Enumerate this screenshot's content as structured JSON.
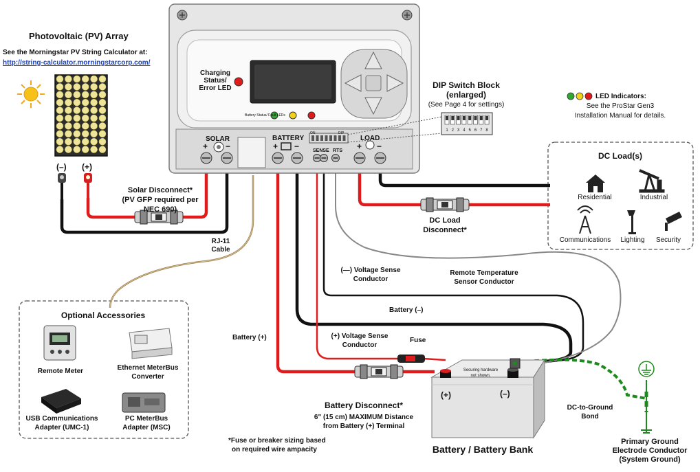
{
  "pv": {
    "title": "Photovoltaic (PV) Array",
    "note": "See the Morningstar PV String Calculator at:",
    "link": "http://string-calculator.morningstarcorp.com/",
    "neg": "(–)",
    "pos": "(+)"
  },
  "controller": {
    "led_label_1": "Charging",
    "led_label_2": "Status/",
    "led_label_3": "Error LED",
    "small_led_label": "Battery Status/ Fault LEDs",
    "solar": "SOLAR",
    "battery": "BATTERY",
    "load": "LOAD",
    "sense": "SENSE",
    "rts": "RTS",
    "dip_on": "ON",
    "dip_dip": "DIP",
    "colors": {
      "red": "#e01b1b",
      "green": "#2fa82f",
      "yellow": "#f0d21a",
      "black": "#111111"
    }
  },
  "dip": {
    "title_1": "DIP Switch Block",
    "title_2": "(enlarged)",
    "note": "(See Page 4 for settings)",
    "numbers": [
      "1",
      "2",
      "3",
      "4",
      "5",
      "6",
      "7",
      "8"
    ]
  },
  "leds": {
    "title": "LED Indicators:",
    "line1": "See the ProStar Gen3",
    "line2": "Installation Manual for details."
  },
  "dc_load": {
    "title": "DC Load(s)",
    "items": [
      {
        "label": "Residential",
        "icon": "house-icon"
      },
      {
        "label": "Industrial",
        "icon": "oil-pump-icon"
      },
      {
        "label": "Communications",
        "icon": "antenna-tower-icon"
      },
      {
        "label": "Lighting",
        "icon": "street-lamp-icon"
      },
      {
        "label": "Security",
        "icon": "security-camera-icon"
      }
    ]
  },
  "labels": {
    "solar_disc_1": "Solar Disconnect*",
    "solar_disc_2": "(PV GFP required per",
    "solar_disc_3": "NEC 690)",
    "dc_load_disc_1": "DC Load",
    "dc_load_disc_2": "Disconnect*",
    "rj11_1": "RJ-11",
    "rj11_2": "Cable",
    "neg_sense_1": "(—) Voltage Sense",
    "neg_sense_2": "Conductor",
    "rts_1": "Remote Temperature",
    "rts_2": "Sensor Conductor",
    "battery_neg": "Battery (–)",
    "battery_pos": "Battery (+)",
    "pos_sense_1": "(+) Voltage Sense",
    "pos_sense_2": "Conductor",
    "fuse": "Fuse",
    "batt_disc_1": "Battery Disconnect*",
    "batt_disc_2": "6\" (15 cm) MAXIMUM Distance",
    "batt_disc_3": "from Battery (+) Terminal",
    "securing_1": "Securing hardware",
    "securing_2": "not shown.",
    "batt_plus": "(+)",
    "batt_minus": "(–)",
    "battery_bank": "Battery / Battery Bank",
    "bond_1": "DC-to-Ground",
    "bond_2": "Bond",
    "ground_1": "Primary Ground",
    "ground_2": "Electrode Conductor",
    "ground_3": "(System Ground)",
    "fuse_note_1": "*Fuse or breaker sizing based",
    "fuse_note_2": "on required wire ampacity"
  },
  "accessories": {
    "title": "Optional Accessories",
    "items": [
      {
        "line1": "Remote Meter",
        "line2": ""
      },
      {
        "line1": "Ethernet MeterBus",
        "line2": "Converter"
      },
      {
        "line1": "USB Communications",
        "line2": "Adapter (UMC-1)"
      },
      {
        "line1": "PC MeterBus",
        "line2": "Adapter (MSC)"
      }
    ]
  }
}
